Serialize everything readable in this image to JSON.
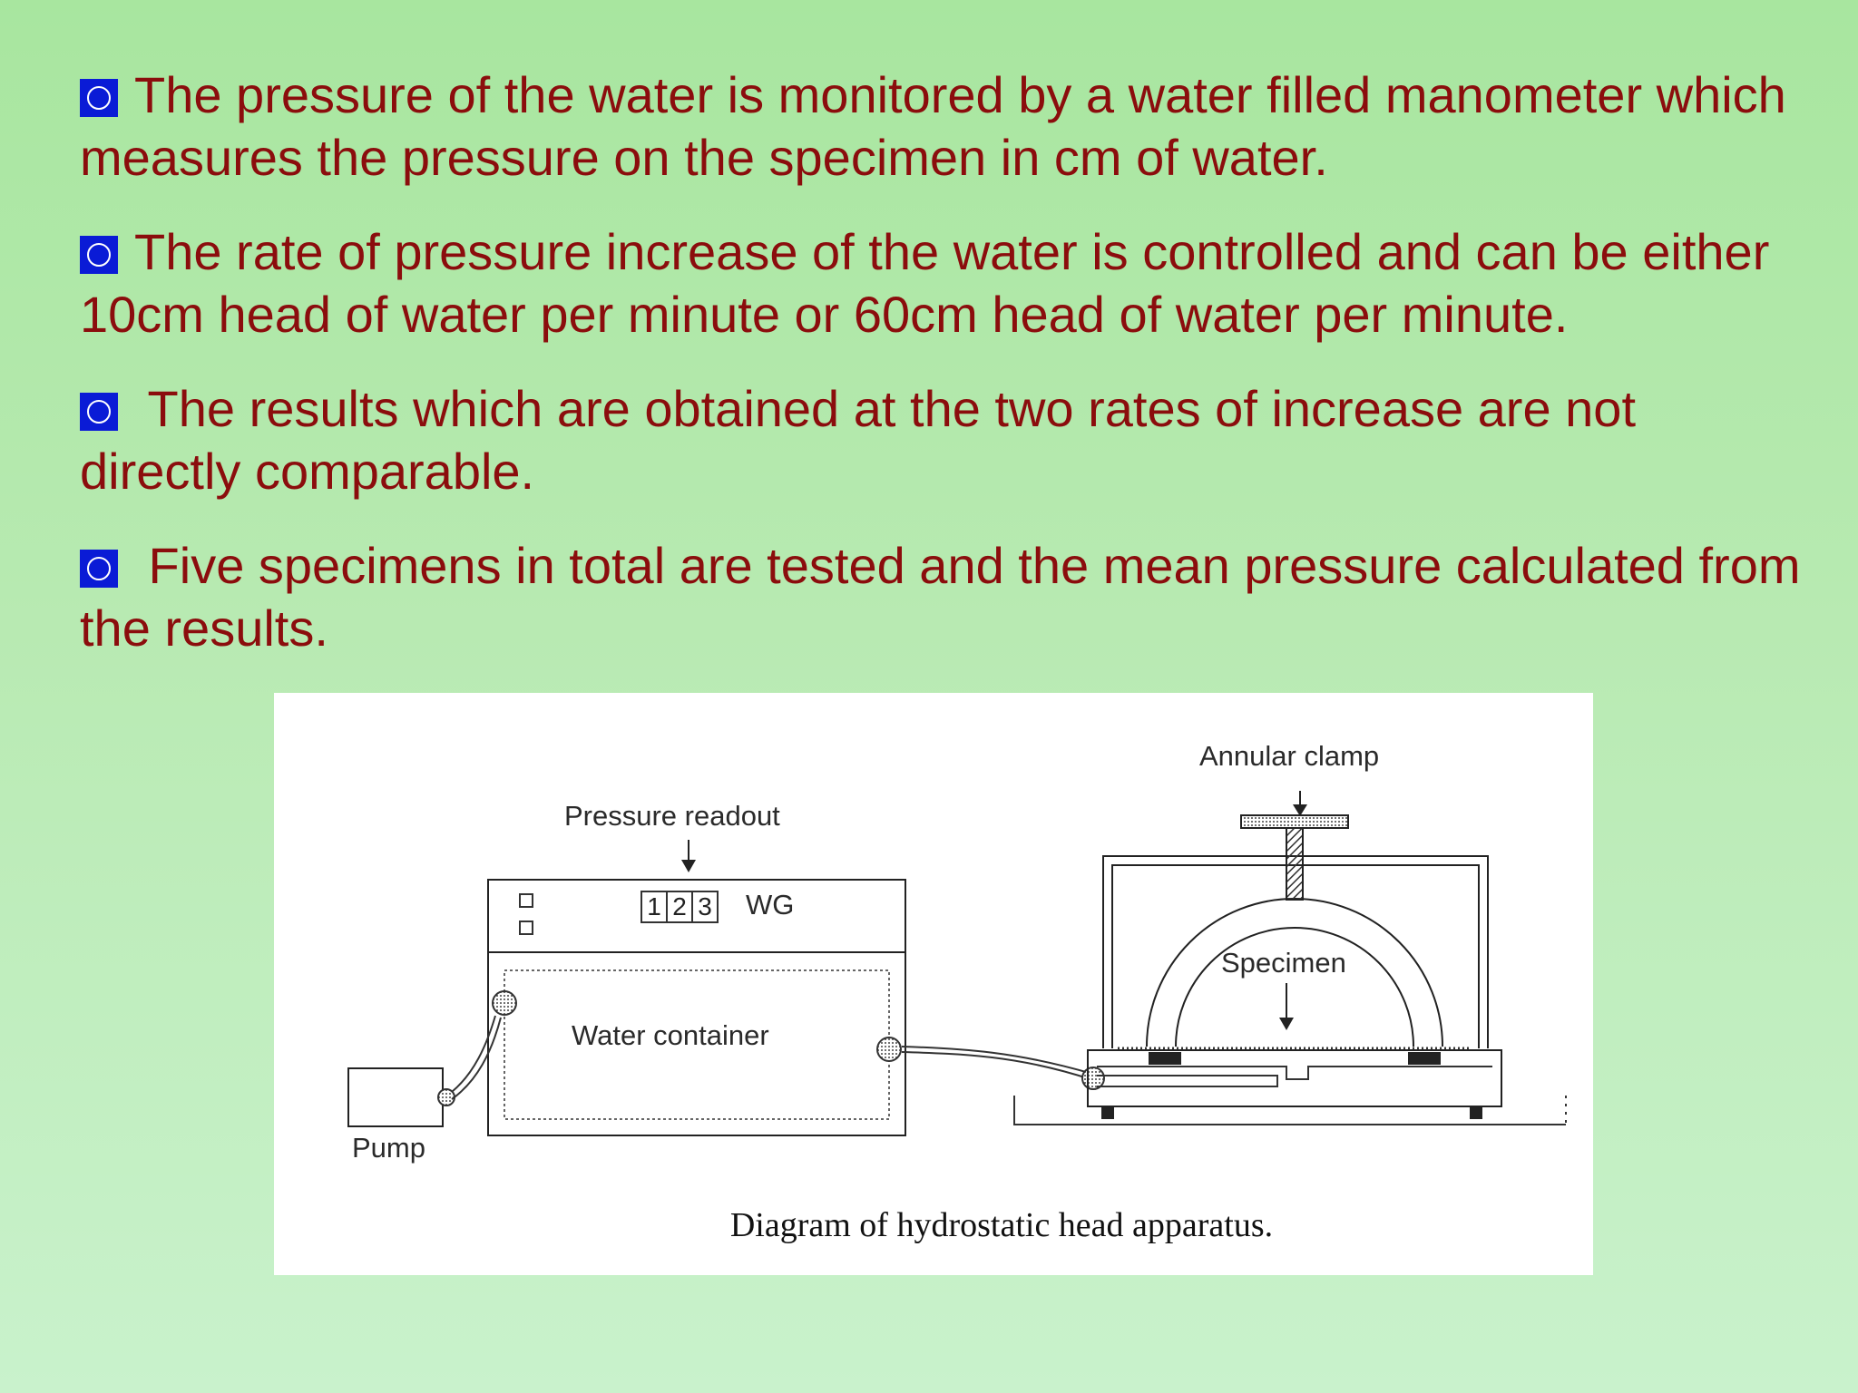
{
  "bullets": [
    {
      "text": "The pressure of the water is monitored by a water filled manometer which measures the pressure on the specimen in cm of water."
    },
    {
      "text": "The rate of pressure increase of the water is controlled and can be either 10cm head of water per minute or 60cm head of water per minute."
    },
    {
      "text": " The results which are obtained at the two rates of increase are not directly comparable."
    },
    {
      "text": " Five specimens in total are tested and the mean pressure calculated from the results."
    }
  ],
  "diagram": {
    "labels": {
      "annular_clamp": "Annular clamp",
      "pressure_readout": "Pressure readout",
      "unit": "WG",
      "digits": [
        "1",
        "2",
        "3"
      ],
      "specimen": "Specimen",
      "water_container": "Water container",
      "pump": "Pump"
    },
    "caption": "Diagram of hydrostatic head apparatus."
  },
  "colors": {
    "text": "#8b0d0d",
    "bullet_icon": "#0a1bd6",
    "background_top": "#a8e69f",
    "background_bottom": "#c9f2cc"
  },
  "icons": {
    "bullet": "circle-bullet-icon"
  }
}
